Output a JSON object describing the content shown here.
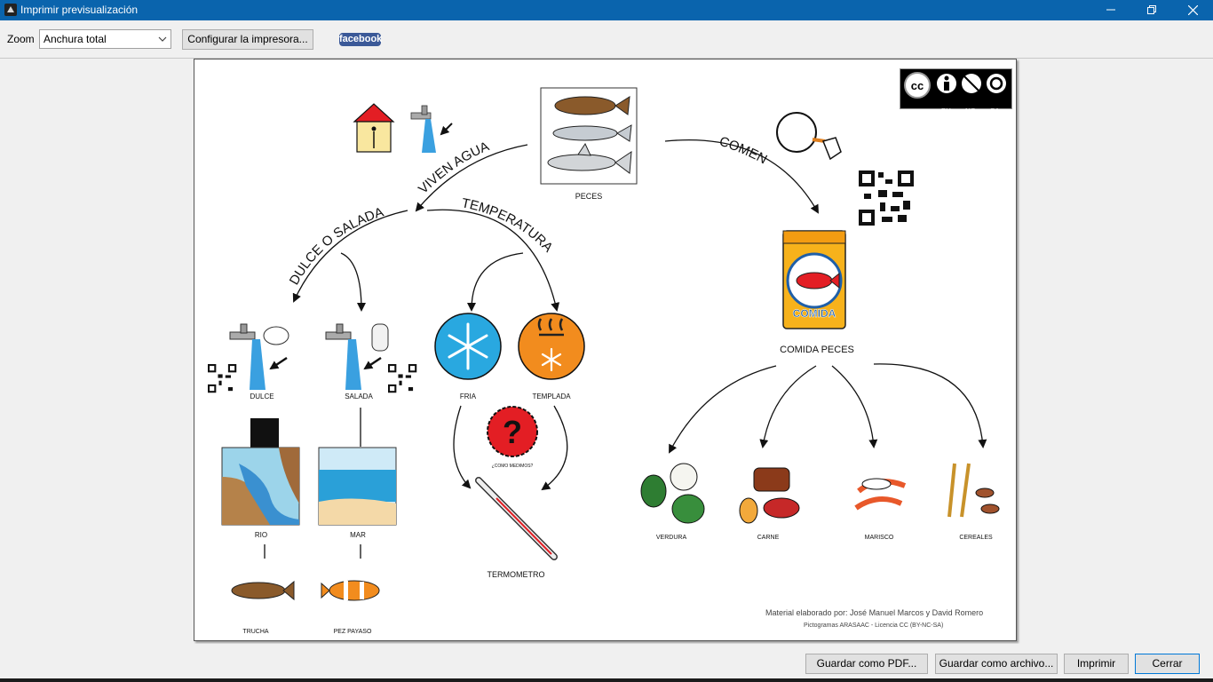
{
  "window": {
    "title": "Imprimir previsualización"
  },
  "toolbar": {
    "zoom_label": "Zoom",
    "zoom_value": "Anchura total",
    "configure_label": "Configurar la impresora...",
    "facebook_label": "facebook"
  },
  "document": {
    "center": "PECES",
    "arc_labels": {
      "viven_agua": "VIVEN AGUA",
      "comen": "COMEN",
      "dulce_salada": "DULCE O SALADA",
      "temperatura": "TEMPERATURA"
    },
    "water": {
      "dulce": "DULCE",
      "salada": "SALADA"
    },
    "places": {
      "rio": "RIO",
      "mar": "MAR"
    },
    "fish": {
      "trucha": "TRUCHA",
      "pez_payaso": "PEZ PAYASO"
    },
    "temperature": {
      "fria": "FRIA",
      "templada": "TEMPLADA",
      "question": "¿COMO MEDIMOS?",
      "termometro": "TERMOMETRO"
    },
    "food": {
      "can_label": "COMIDA",
      "title": "COMIDA PECES",
      "items": [
        "VERDURA",
        "CARNE",
        "MARISCO",
        "CEREALES"
      ]
    },
    "license": {
      "labels": [
        "BY",
        "NC",
        "SA"
      ],
      "cc": "cc"
    },
    "credits": {
      "line1": "Material elaborado por: José Manuel Marcos y David Romero",
      "line2": "Pictogramas ARASAAC - Licencia CC (BY-NC-SA)"
    }
  },
  "buttons": {
    "save_pdf": "Guardar como PDF...",
    "save_file": "Guardar como archivo...",
    "print": "Imprimir",
    "close": "Cerrar"
  },
  "colors": {
    "titlebar": "#0a64ad",
    "facebook": "#3b5998",
    "cold": "#29a8e0",
    "warm": "#f28c1e",
    "question": "#e31e24",
    "can": "#f7b21b"
  }
}
